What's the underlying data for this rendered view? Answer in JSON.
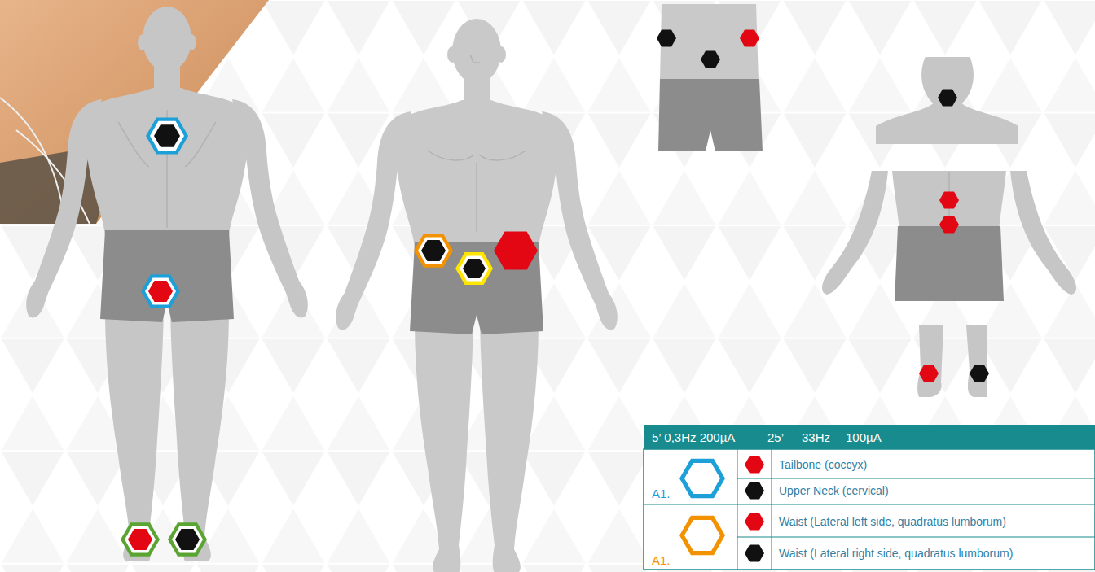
{
  "diagram": {
    "labels": [
      "5’ 0,3Hz 200µA",
      "25’",
      "33Hz",
      "100µA",
      "A1.",
      "Tailbone (coccyx)",
      "Upper Neck (cervical)",
      "A1.",
      "Waist (Lateral left side, quadratus lumborum)",
      "Waist (Lateral right side, quadratus lumborum)"
    ]
  }
}
